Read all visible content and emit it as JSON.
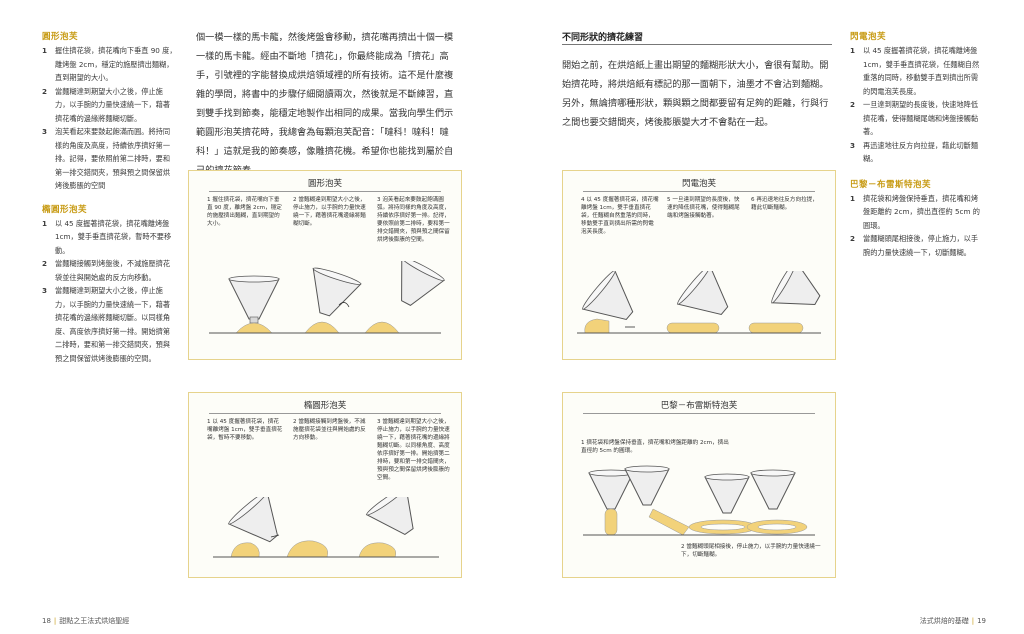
{
  "left_sidebar": {
    "section1": {
      "title": "圓形泡芙",
      "items": [
        {
          "num": "1",
          "text": "握住擠花袋，擠花嘴向下垂直 90 度，離烤盤 2cm，穩定的施壓擠出麵糊，直到期望的大小。"
        },
        {
          "num": "2",
          "text": "當麵糊達到期望大小之後，停止施力，以手腕的力量快速繞一下，藉著擠花嘴的邊緣將麵糊切斷。"
        },
        {
          "num": "3",
          "text": "泡芙看起來要鼓起飽滿而圓。將持同樣的角度及高度，持續依序擠好第一排。記得，要依照前第二排時，要和第一排交錯間夾，預與預之間保留烘烤後膨脹的空間"
        }
      ]
    },
    "section2": {
      "title": "橢圓形泡芙",
      "items": [
        {
          "num": "1",
          "text": "以 45 度握著擠花袋，擠花嘴離烤盤 1cm，雙手垂直擠花袋，暫時不要移動。"
        },
        {
          "num": "2",
          "text": "當麵糊接觸到烤盤後，不減施壓擠花袋並往與開始處的反方向移動。"
        },
        {
          "num": "3",
          "text": "當麵糊達到期望大小之後，停止施力，以手腕的力量快速繞一下，藉著擠花嘴的邊緣將麵糊切斷。以同樣角度、高度依序擠好第一排。開始擠第二排時，要和第一排交錯間夾，預與預之間保留烘烤後膨脹的空間。"
        }
      ]
    }
  },
  "left_body": "個一模一樣的馬卡龍，然後烤盤會移動，擠花嘴再擠出十個一模一樣的馬卡龍。經由不斷地「擠花」，你最終能成為「擠花」高手，引號裡的字能替換成烘焙領域裡的所有技術。這不是什麼複雜的學問，將書中的步驟仔細閱讀兩次，然後就是不斷練習，直到雙手找到節奏，能穩定地製作出相同的成果。當我向學生們示範圓形泡芙擠花時，我總會為每顆泡芙配音：「噠科！噠科！噠科！」這就是我的節奏感，像雕擠花機。希望你也能找到屬於自己的擠花節奏。",
  "right_body": {
    "title": "不同形狀的擠花練習",
    "text": "開始之前，在烘焙紙上畫出期望的麵糊形狀大小，會很有幫助。開始擠花時，將烘焙紙有標記的那一面朝下，油墨才不會沾到麵糊。另外，無論擠哪種形狀，顆與顆之間都要留有足夠的距離，行與行之間也要交錯間夾，烤後膨脹變大才不會黏在一起。"
  },
  "right_sidebar": {
    "section1": {
      "title": "閃電泡芙",
      "items": [
        {
          "num": "1",
          "text": "以 45 度握著擠花袋，擠花嘴離烤盤 1cm，雙手垂直擠花袋，任麵糊自然重落的同時，移動雙手直到擠出所需的閃電泡芙長度。"
        },
        {
          "num": "2",
          "text": "一旦達到期望的長度後，快速地降低擠花嘴，使得麵糊尾端和烤盤接觸黏著。"
        },
        {
          "num": "3",
          "text": "再迅速地往反方向拉提，藉此切斷麵糊。"
        }
      ]
    },
    "section2": {
      "title": "巴黎－布雷斯特泡芙",
      "items": [
        {
          "num": "1",
          "text": "擠花袋和烤盤保持垂直，擠花嘴和烤盤距離約 2cm，擠出直徑約 5cm 的圓環。"
        },
        {
          "num": "2",
          "text": "當麵糊頭尾相接後，停止施力，以手腕的力量快速繞一下，切斷麵糊。"
        }
      ]
    }
  },
  "diagrams": {
    "round": {
      "title": "圓形泡芙",
      "steps": [
        "1 握住擠花袋，擠花嘴向下垂直 90 度，離烤盤 2cm，穩定的施壓擠出麵糊，直到期望的大小。",
        "2 當麵糊達到期望大小之後，停止施力，以手腕的力量快速繞一下，藉著擠花嘴邊緣將麵糊切斷。",
        "3 泡芙看起來要鼓起飽滿圓弧。將持同樣的角度及高度，持續依序擠好第一排。記得，要依照前第二排時，要和第一排交錯間夾，預與預之間保留烘烤後膨脹的空間。"
      ]
    },
    "eclair": {
      "title": "閃電泡芙",
      "steps": [
        "4 以 45 度握著擠花袋，擠花嘴離烤盤 1cm，雙手垂直擠花袋，任麵糊自然重落的同時，移動雙手直到擠出所需的閃電泡芙長度。",
        "5 一旦達到期望的長度後，快速的降低擠花嘴，使得麵糊尾端和烤盤接觸黏著。",
        "6 再迅速地往反方向拉提，藉此切斷麵糊。"
      ]
    },
    "oval": {
      "title": "橢圓形泡芙",
      "steps": [
        "1 以 45 度握著擠花袋，擠花嘴離烤盤 1cm，雙手垂直擠花袋，暫時不要移動。",
        "2 當麵糊接觸到烤盤後，不減施壓擠花袋並往與開始處的反方向移動。",
        "3 當麵糊達到期望大小之後，停止施力，以手腕的力量快速繞一下，藉著擠花嘴的邊緣將麵糊切斷。以同樣角度、高度依序擠好第一排。開始擠第二排時，要和第一排交錯間夾，預與預之間保留烘烤後膨脹的空間。"
      ]
    },
    "paris_brest": {
      "title": "巴黎－布雷斯特泡芙",
      "steps": [
        "1 擠花袋和烤盤保持垂直，擠花嘴和烤盤距離約 2cm，擠出直徑約 5cm 的圓環。",
        "2 當麵糊頭尾相接後，停止施力，以手腕的力量快速繞一下，切斷麵糊。"
      ]
    }
  },
  "footer": {
    "left_page": "18",
    "left_title": "甜點之王法式烘焙聖經",
    "right_title": "法式烘焙的基礎",
    "right_page": "19"
  },
  "colors": {
    "accent": "#c79a12",
    "dough": "#f2d27a",
    "box_border": "#e6d38c"
  }
}
